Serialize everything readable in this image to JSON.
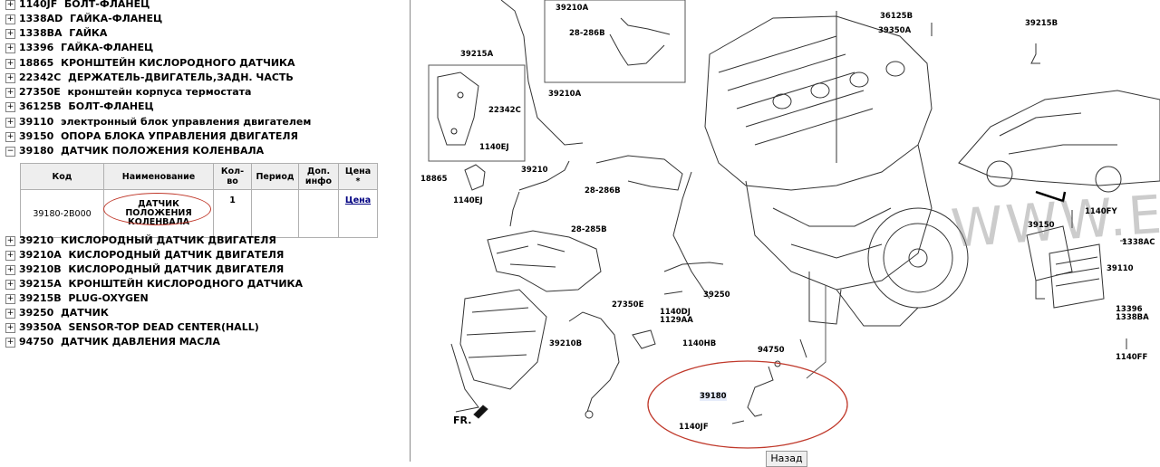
{
  "tree_items_top": [
    {
      "code": "1140JF",
      "name": "БОЛТ-ФЛАНЕЦ"
    },
    {
      "code": "1338AD",
      "name": "ГАЙКА-ФЛАНЕЦ"
    },
    {
      "code": "1338BA",
      "name": "ГАЙКА"
    },
    {
      "code": "13396",
      "name": "ГАЙКА-ФЛАНЕЦ"
    },
    {
      "code": "18865",
      "name": "КРОНШТЕЙН КИСЛОРОДНОГО ДАТЧИКА"
    },
    {
      "code": "22342C",
      "name": "ДЕРЖАТЕЛЬ-ДВИГАТЕЛЬ,ЗАДН. ЧАСТЬ"
    },
    {
      "code": "27350E",
      "name": "кронштейн корпуса термостата"
    },
    {
      "code": "36125B",
      "name": "БОЛТ-ФЛАНЕЦ"
    },
    {
      "code": "39110",
      "name": "электронный блок управления двигателем"
    },
    {
      "code": "39150",
      "name": "ОПОРА БЛОКА УПРАВЛЕНИЯ ДВИГАТЕЛЯ"
    },
    {
      "code": "39180",
      "name": "ДАТЧИК ПОЛОЖЕНИЯ КОЛЕНВАЛА"
    }
  ],
  "tree_items_bottom": [
    {
      "code": "39210",
      "name": "КИСЛОРОДНЫЙ ДАТЧИК ДВИГАТЕЛЯ"
    },
    {
      "code": "39210A",
      "name": "КИСЛОРОДНЫЙ ДАТЧИК ДВИГАТЕЛЯ"
    },
    {
      "code": "39210B",
      "name": "КИСЛОРОДНЫЙ ДАТЧИК ДВИГАТЕЛЯ"
    },
    {
      "code": "39215A",
      "name": "КРОНШТЕЙН КИСЛОРОДНОГО ДАТЧИКА"
    },
    {
      "code": "39215B",
      "name": "PLUG-OXYGEN"
    },
    {
      "code": "39250",
      "name": "ДАТЧИК"
    },
    {
      "code": "39350A",
      "name": "SENSOR-TOP DEAD CENTER(HALL)"
    },
    {
      "code": "94750",
      "name": "ДАТЧИК ДАВЛЕНИЯ МАСЛА"
    }
  ],
  "expand_plus": "+",
  "expand_minus": "−",
  "table": {
    "headers": [
      "Код",
      "Наименование",
      "Кол-во",
      "Период",
      "Доп. инфо",
      "Цена"
    ],
    "price_star": "*",
    "row": {
      "code": "39180-2B000",
      "name": "ДАТЧИК ПОЛОЖЕНИЯ КОЛЕНВАЛА",
      "qty": "1",
      "period": "",
      "info": "",
      "price": "Цена"
    }
  },
  "diagram": {
    "callouts": [
      "39210A",
      "28-286B",
      "39215A",
      "22342C",
      "1140EJ",
      "39210A",
      "18865",
      "1140EJ",
      "39210",
      "28-286B",
      "28-285B",
      "27350E",
      "39210B",
      "1140HB",
      "39250",
      "1140DJ",
      "1129AA",
      "94750",
      "39180",
      "1140JF",
      "36125B",
      "39350A",
      "39215B",
      "1140FY",
      "39150",
      "1338AC",
      "39110",
      "13396",
      "1338BA",
      "1140FF"
    ],
    "watermark": "WWW.ELCATS.RU",
    "fr_label": "FR."
  },
  "back_button": "Назад",
  "colors": {
    "highlight": "#c0392b",
    "link": "#000080",
    "callout_bg": "#e6ecfa"
  }
}
